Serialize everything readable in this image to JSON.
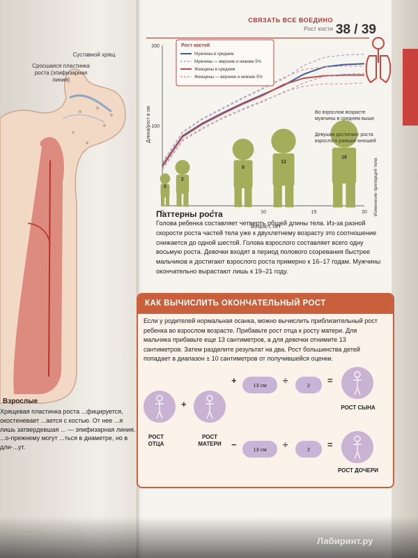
{
  "header": {
    "section": "СВЯЗАТЬ ВСЕ ВОЕДИНО",
    "subsection": "Рост кости",
    "pages": "38 / 39"
  },
  "bone": {
    "label_cartilage": "Суставной хрящ",
    "label_fused": "Сросшаяся пластинка роста (эпифизарная линия)",
    "adult_title": "Взрослые",
    "adult_text": "Хрящевая пластинка роста ...фицируется, окостеневает ...ается с костью. От нее ...я лишь затвердевшая ... — эпифизарная линия. ...о-прежнему могут ...ться в диаметре, но в дли-...ут."
  },
  "chart_data": {
    "type": "line",
    "title": "",
    "legend_title": "Рост костей",
    "legend": [
      "Мужчины в среднем",
      "Мужчины — верхние и нижние 5%",
      "Женщины в среднем",
      "Женщины — верхние и нижние 5%"
    ],
    "xlabel": "Возраст, лет",
    "ylabel": "Длина/рост в см",
    "right_label": "Изменение пропорций тела",
    "xlim": [
      0,
      20
    ],
    "ylim": [
      0,
      200
    ],
    "xticks": [
      0,
      5,
      10,
      15,
      20
    ],
    "yticks": [
      100,
      200
    ],
    "x": [
      0,
      2,
      4,
      6,
      8,
      10,
      12,
      14,
      16,
      18,
      20
    ],
    "series": [
      {
        "name": "Мужчины в среднем",
        "values": [
          50,
          87,
          103,
          116,
          128,
          139,
          150,
          164,
          173,
          176,
          177
        ],
        "color": "#3a5aa8",
        "dash": false
      },
      {
        "name": "Женщины в среднем",
        "values": [
          49,
          86,
          102,
          115,
          127,
          138,
          151,
          159,
          162,
          163,
          163
        ],
        "color": "#c34a4a",
        "dash": false
      },
      {
        "name": "Мужчины — верхние и нижние 5%",
        "values": [
          54,
          92,
          109,
          122,
          135,
          147,
          158,
          175,
          185,
          188,
          189
        ],
        "color": "#9aa6c8",
        "dash": true
      },
      {
        "name": "Мужчины — верхние и нижние 5%",
        "values": [
          46,
          82,
          97,
          110,
          121,
          131,
          141,
          153,
          161,
          164,
          165
        ],
        "color": "#9aa6c8",
        "dash": true
      },
      {
        "name": "Женщины — верхние и нижние 5%",
        "values": [
          53,
          91,
          108,
          121,
          134,
          146,
          160,
          170,
          173,
          174,
          174
        ],
        "color": "#d89a9a",
        "dash": true
      },
      {
        "name": "Женщины — верхние и нижние 5%",
        "values": [
          45,
          81,
          96,
          109,
          120,
          130,
          142,
          149,
          152,
          152,
          153
        ],
        "color": "#d89a9a",
        "dash": true
      }
    ],
    "figure_ages": [
      0,
      2,
      8,
      12,
      18
    ],
    "figure_heights": [
      65,
      92,
      135,
      155,
      172
    ],
    "annotations": [
      "Во взрослом возрасте мужчины в среднем выше",
      "Девушки достигают роста взрослого раньше юношей"
    ]
  },
  "growth": {
    "title": "Паттерны роста",
    "text": "Голова ребенка составляет четверть общей длины тела. Из-за разной скорости роста частей тела уже к двухлетнему возрасту это соотношение снижается до одной шестой. Голова взрослого составляет всего одну восьмую роста. Девочки входят в период полового созревания быстрее мальчиков и достигают взрослого роста примерно к 16–17 годам. Мужчины окончательно вырастают лишь к 19–21 году."
  },
  "calc": {
    "title": "КАК ВЫЧИСЛИТЬ ОКОНЧАТЕЛЬНЫЙ РОСТ",
    "text": "Если у родителей нормальная осанка, можно вычислить приблизительный рост ребенка во взрослом возрасте. Прибавьте рост отца к росту матери. Для мальчика прибавьте еще 13 сантиметров, а для девочки отнимите 13 сантиметров. Затем разделите результат на два. Рост большинства детей попадает в диапазон ± 10 сантиметров от получившейся оценки.",
    "father": "РОСТ ОТЦА",
    "mother": "РОСТ МАТЕРИ",
    "son": "РОСТ СЫНА",
    "daughter": "РОСТ ДОЧЕРИ",
    "cm": "13 см",
    "two": "2",
    "plus": "+",
    "minus": "−",
    "div": "÷",
    "eq": "="
  },
  "watermark": "Лабиринт.ру",
  "colors": {
    "accent": "#c9603b",
    "circle": "#c8b3d3",
    "figure": "#a3ad5a"
  }
}
